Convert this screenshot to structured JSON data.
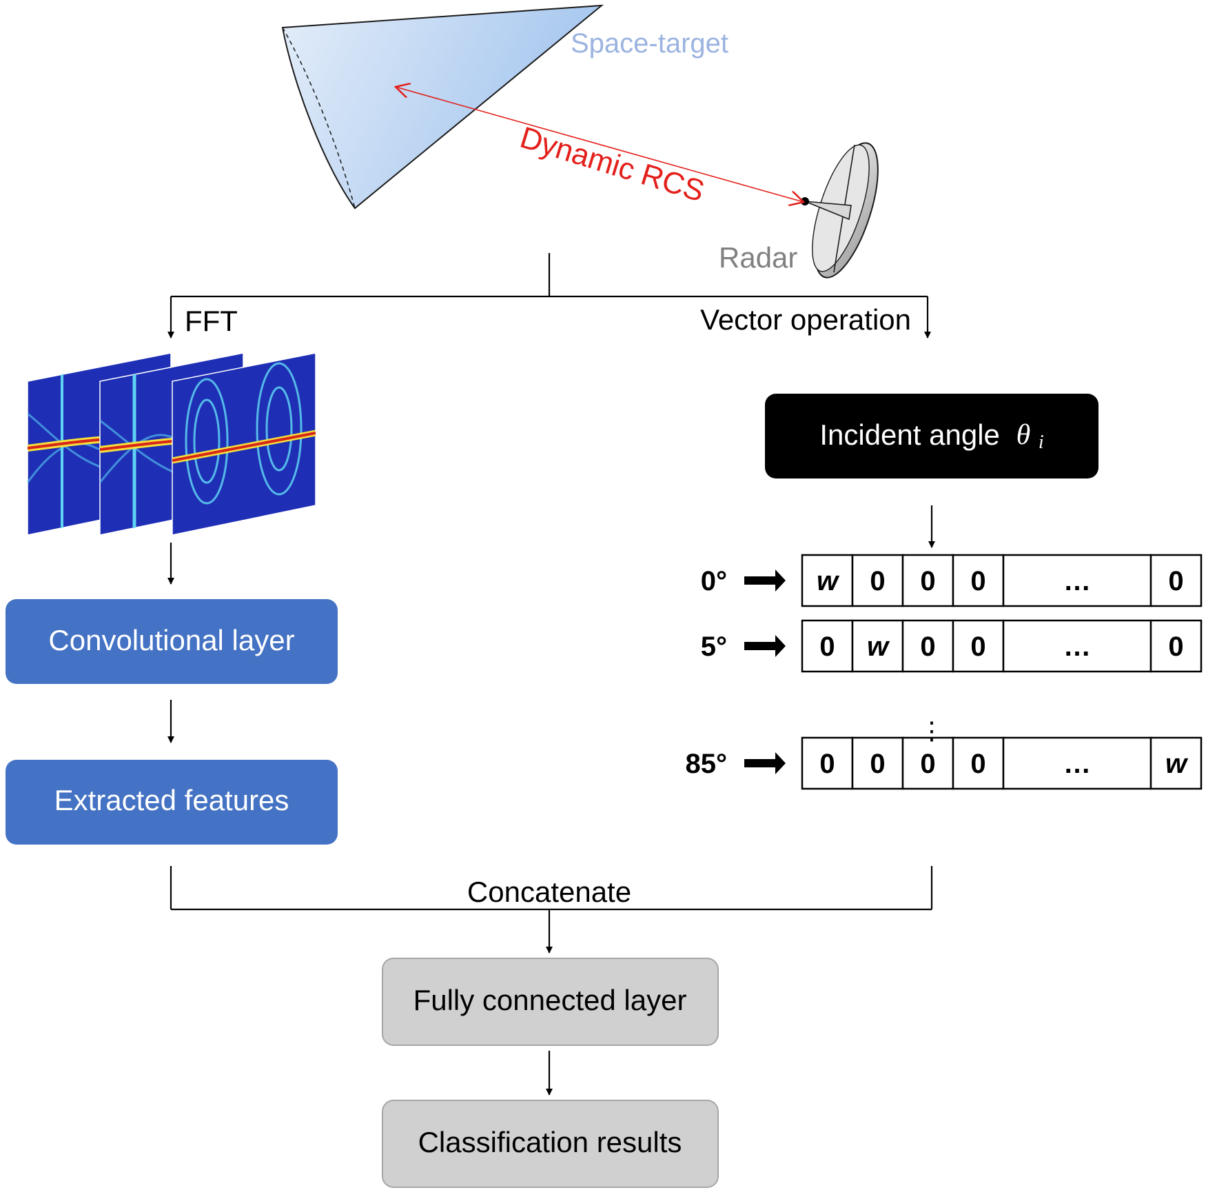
{
  "scene": {
    "target_label": "Space-target",
    "signal_label": "Dynamic RCS",
    "radar_label": "Radar"
  },
  "branches": {
    "left_label": "FFT",
    "right_label": "Vector operation",
    "merge_label": "Concatenate"
  },
  "blocks": {
    "incident_angle": "Incident angle",
    "theta_symbol": "θ",
    "theta_subscript": "i",
    "convolutional_layer": "Convolutional layer",
    "extracted_features": "Extracted features",
    "fully_connected_layer": "Fully connected layer",
    "classification_results": "Classification results"
  },
  "encoding": {
    "vertical_ellipsis": "⋮",
    "rows": [
      {
        "angle": "0°",
        "cells": [
          "w",
          "0",
          "0",
          "0",
          "…",
          "0"
        ]
      },
      {
        "angle": "5°",
        "cells": [
          "0",
          "w",
          "0",
          "0",
          "…",
          "0"
        ]
      },
      {
        "angle": "85°",
        "cells": [
          "0",
          "0",
          "0",
          "0",
          "…",
          "w"
        ]
      }
    ]
  },
  "colors": {
    "target_fill_light": "#dbe8f8",
    "target_fill_dark": "#a7c8ee",
    "target_label": "#9bb3e0",
    "signal": "#e3201b",
    "radar_label": "#808080",
    "blue_block": "#4472c4",
    "black_block": "#000000",
    "gray_block": "#d0d0d0",
    "gray_block_border": "#a6a6a6",
    "spectrogram_bg": "#1f2fb5"
  }
}
